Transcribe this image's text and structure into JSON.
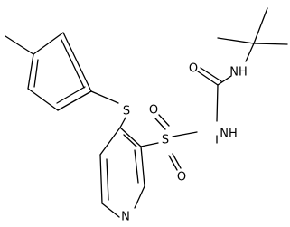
{
  "molecule": {
    "atoms": {
      "sulfur_thioether": "S",
      "sulfur_sulfonyl": "S",
      "oxygen_sulfonyl_left": "O",
      "oxygen_sulfonyl_bottom": "O",
      "oxygen_carbonyl": "O",
      "nitrogen_sulfonamide": "NH",
      "nitrogen_urea": "NH",
      "nitrogen_pyridine": "N"
    }
  }
}
